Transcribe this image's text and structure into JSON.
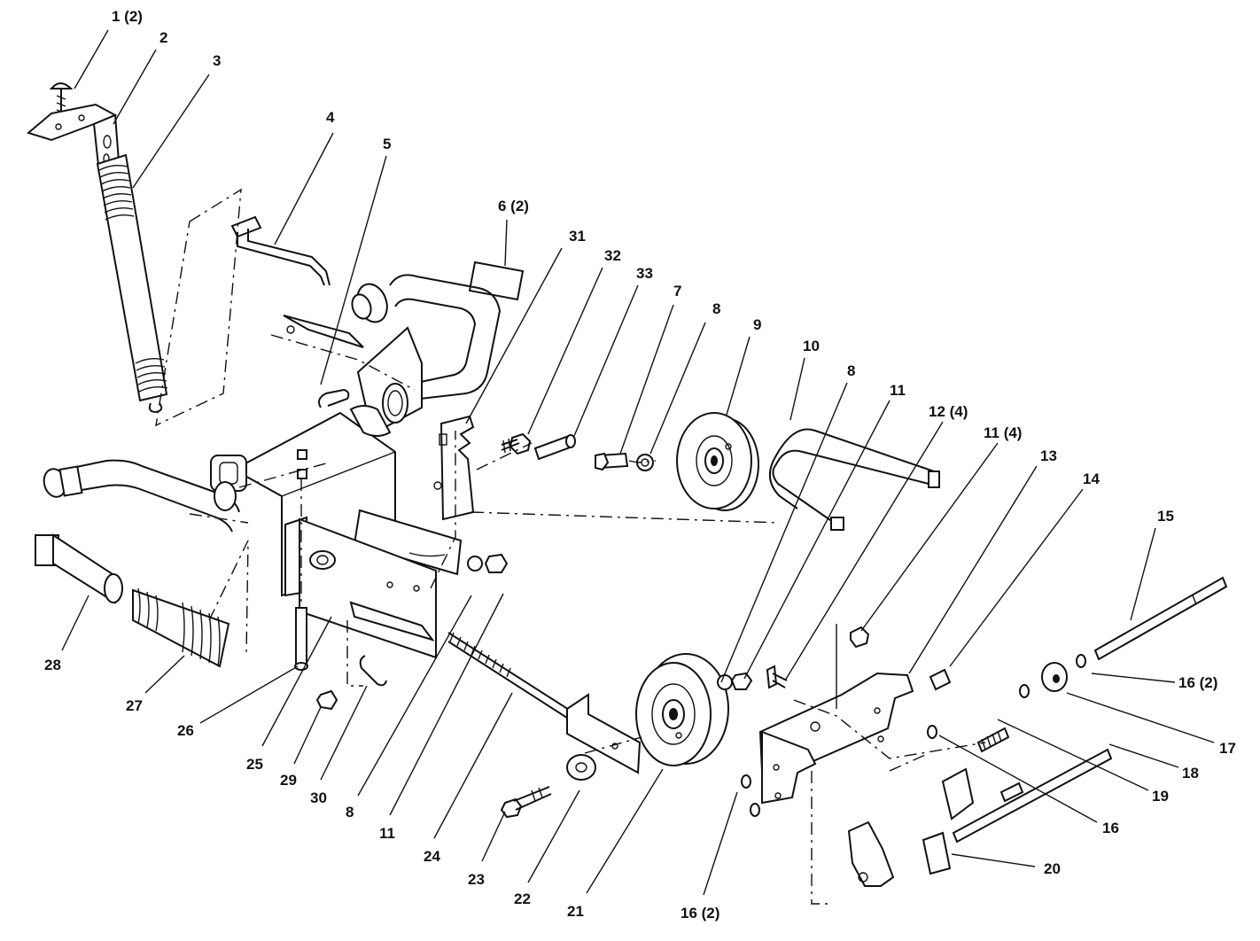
{
  "colors": {
    "ink": "#111111",
    "paper": "#ffffff"
  },
  "callouts": [
    {
      "id": "c1-2",
      "text": "1 (2)"
    },
    {
      "id": "c2",
      "text": "2"
    },
    {
      "id": "c3",
      "text": "3"
    },
    {
      "id": "c4",
      "text": "4"
    },
    {
      "id": "c5",
      "text": "5"
    },
    {
      "id": "c6-2",
      "text": "6 (2)"
    },
    {
      "id": "c31",
      "text": "31"
    },
    {
      "id": "c32",
      "text": "32"
    },
    {
      "id": "c33",
      "text": "33"
    },
    {
      "id": "c7",
      "text": "7"
    },
    {
      "id": "c8a",
      "text": "8"
    },
    {
      "id": "c9",
      "text": "9"
    },
    {
      "id": "c10",
      "text": "10"
    },
    {
      "id": "c8b",
      "text": "8"
    },
    {
      "id": "c11a",
      "text": "11"
    },
    {
      "id": "c12-4",
      "text": "12 (4)"
    },
    {
      "id": "c11-4",
      "text": "11 (4)"
    },
    {
      "id": "c13",
      "text": "13"
    },
    {
      "id": "c14",
      "text": "14"
    },
    {
      "id": "c15",
      "text": "15"
    },
    {
      "id": "c16-2a",
      "text": "16 (2)"
    },
    {
      "id": "c17",
      "text": "17"
    },
    {
      "id": "c18",
      "text": "18"
    },
    {
      "id": "c19",
      "text": "19"
    },
    {
      "id": "c16",
      "text": "16"
    },
    {
      "id": "c20",
      "text": "20"
    },
    {
      "id": "c16-2b",
      "text": "16 (2)"
    },
    {
      "id": "c21",
      "text": "21"
    },
    {
      "id": "c22",
      "text": "22"
    },
    {
      "id": "c23",
      "text": "23"
    },
    {
      "id": "c24",
      "text": "24"
    },
    {
      "id": "c11b",
      "text": "11"
    },
    {
      "id": "c8c",
      "text": "8"
    },
    {
      "id": "c30",
      "text": "30"
    },
    {
      "id": "c29",
      "text": "29"
    },
    {
      "id": "c25",
      "text": "25"
    },
    {
      "id": "c26",
      "text": "26"
    },
    {
      "id": "c27",
      "text": "27"
    },
    {
      "id": "c28",
      "text": "28"
    }
  ]
}
